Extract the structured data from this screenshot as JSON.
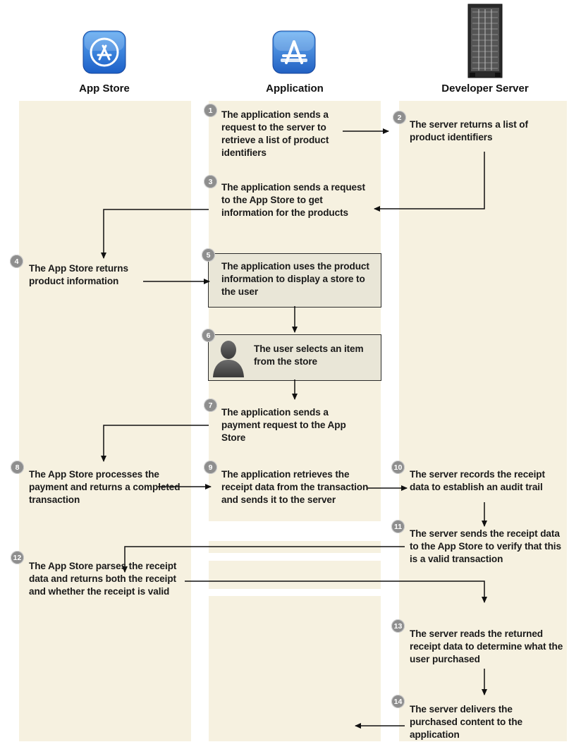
{
  "columns": {
    "app_store": "App Store",
    "application": "Application",
    "developer_server": "Developer Server"
  },
  "steps": [
    {
      "n": "1",
      "text": "The application sends a request to the server to retrieve a list of product identifiers"
    },
    {
      "n": "2",
      "text": "The server returns a list of product identifiers"
    },
    {
      "n": "3",
      "text": "The application sends a request to the App Store to get information for the products"
    },
    {
      "n": "4",
      "text": "The App Store returns product information"
    },
    {
      "n": "5",
      "text": "The application uses the product information to display a store to the user"
    },
    {
      "n": "6",
      "text": "The user selects an item from the store"
    },
    {
      "n": "7",
      "text": "The application sends a payment request to the App Store"
    },
    {
      "n": "8",
      "text": "The App Store processes the payment and returns a completed transaction"
    },
    {
      "n": "9",
      "text": "The application retrieves the receipt data from the transaction and sends it to the server"
    },
    {
      "n": "10",
      "text": "The server records the receipt data to establish an audit trail"
    },
    {
      "n": "11",
      "text": "The server sends the receipt data to the App Store to verify that this is a valid transaction"
    },
    {
      "n": "12",
      "text": "The App Store parses the receipt data and returns both the receipt and whether the receipt is valid"
    },
    {
      "n": "13",
      "text": "The server reads the returned receipt data to determine what the user purchased"
    },
    {
      "n": "14",
      "text": "The server delivers the purchased content to the application"
    }
  ],
  "icons": {
    "app_store": "app-store-icon",
    "application": "application-icon",
    "developer_server": "server-rack-icon",
    "user": "user-silhouette-icon"
  },
  "colors": {
    "lane": "#f6f1e0",
    "box": "#e9e6d7",
    "badge": "#8e8e8e",
    "icon_blue": "#2f78d8"
  }
}
